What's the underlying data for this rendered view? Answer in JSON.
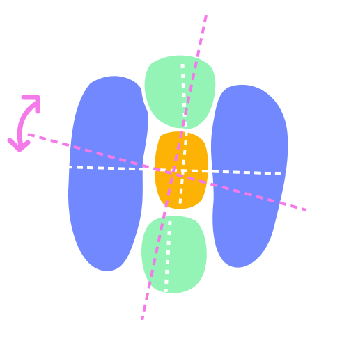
{
  "diagram": {
    "colors": {
      "background": "#ffffff",
      "outer_lobes": "#7188fe",
      "end_lobes": "#93f4b5",
      "center_body": "#fcb305",
      "outline": "#ffffff",
      "rotation_axis": "#f47ae9",
      "rotation_arrow": "#f47ae9",
      "reference_axis": "#ffffff"
    },
    "icons": {
      "rotation_arrow": "curved-double-arrow-icon"
    },
    "lobes": [
      {
        "name": "left-blue-lobe",
        "color_key": "outer_lobes"
      },
      {
        "name": "right-blue-lobe",
        "color_key": "outer_lobes"
      },
      {
        "name": "top-green-lobe",
        "color_key": "end_lobes"
      },
      {
        "name": "bottom-green-lobe",
        "color_key": "end_lobes"
      },
      {
        "name": "center-orange-body",
        "color_key": "center_body"
      }
    ]
  }
}
